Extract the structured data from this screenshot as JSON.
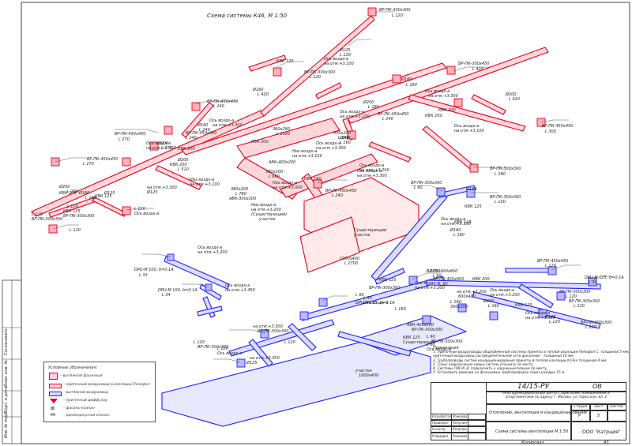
{
  "title": "Схема системы К46, М 1:50",
  "network_labels": {
    "top_branch": [
      "ВР-ПК-300х300",
      "L 120",
      "Ø125",
      "L 120",
      "Ось воздх-а",
      "на отм.+3.100",
      "КВК 125",
      "ВР-ПК-300х300",
      "L 120"
    ],
    "upper_right": [
      "ВР-ПК-300х450",
      "L 420",
      "Ø160",
      "L 180",
      "Ось воздх-а",
      "на отм.+3.300",
      "Ø200",
      "L 420",
      "Ø200",
      "L 180",
      "Ось воздх-а",
      "на отм.+3.100"
    ],
    "far_right": [
      "ВР-ПК-450х450",
      "L 300",
      "ВР-ПК-300х300",
      "L 180",
      "КВК 200",
      "КВК 250",
      "Ось воздх-а",
      "на отм.+3.100"
    ],
    "center_upper": [
      "ВР-ПК-450х450",
      "L 240",
      "Ø160",
      "L 240",
      "Ось воздх-а",
      "на отм.+3.300",
      "ВР-ПК-450х450",
      "L 240",
      "360х280",
      "L 1020",
      "300х200",
      "L 240",
      "КВК 200",
      "Ø200",
      "L 160",
      "ВР-ПК-450х450",
      "L 240",
      "Ось воздх-а",
      "на отм.+3.300",
      "Низ воздх-а",
      "на отм.+3.120",
      "Ø160",
      "L 420"
    ],
    "left": [
      "ВР-ПК-450х450",
      "L 270",
      "Ось воздх-а",
      "на отм.+3.300",
      "Ø200",
      "L 270",
      "КВК 200",
      "КВК 200",
      "Ø200",
      "L 510",
      "ВР-ПК-450х450",
      "L 270",
      "Ø200",
      "L 180",
      "КВК 200",
      "Ø160",
      "L 180",
      "КВК 125",
      "Ø125",
      "L 120",
      "КВК 125",
      "ВР-ПК-300х300",
      "L 120",
      "Ось воздх-а",
      "на отм.+3.300",
      "Ø125",
      "L 120",
      "ВР-ПК-300х300",
      "L 120"
    ],
    "center": [
      "АВК-400х200",
      "360х200",
      "L 660",
      "Низ воздх-а",
      "на отм.+3.000",
      "КВК 160",
      "Ось воздх-а",
      "на отм.+3.300",
      "Низ воздх-а",
      "на отм.+3.100",
      "380х200",
      "L 780",
      "АВК-300х200",
      "Низ воздх-а",
      "на отм.+3.200",
      "(Существующий)",
      "участок",
      "ВР-ПК-450х450",
      "L 240",
      "Ось воздх-а",
      "на отм.+3.200",
      "Существующий",
      "участок",
      "1000х400",
      "L 2700"
    ],
    "blue_upper": [
      "ВР-ПК-300х300",
      "L 60",
      "Ø180",
      "КВК 125",
      "ВР-ПК-300х300",
      "L 100",
      "КВК 125",
      "Ось воздх-а",
      "на отм.+3.100",
      "Ø160",
      "L 180"
    ],
    "blue_left": [
      "DPU-M 100, b=0.1А",
      "L 33",
      "Ось воздх-а",
      "на отм.+3.200",
      "DPU-M 100, b=0.1А",
      "L 34",
      "Ось воздх-а",
      "на отм.+3.450"
    ],
    "blue_center": [
      "ВР-ПК-400х600",
      "L 60",
      "Ось воздх-а",
      "на отм.+3.200",
      "ВР-ПК-400х600",
      "L 60",
      "КВК 125",
      "ВР-ПК-300х300",
      "L 60",
      "DPU-M 125, b=0.1А",
      "L 34",
      "Ось воздх-а",
      "на отм.+3.200",
      "600х400",
      "L 180",
      "300х200",
      "L 160",
      "АВК-400х200",
      "ВР-ПК-300х300",
      "L 60",
      "ВР-ПК-300х300",
      "L 60",
      "Ось воздх-а",
      "на отм.+3.300",
      "ВР-ПК-300х300",
      "L 120",
      "ВР-ПК-300х300",
      "L 120",
      "Ось воздх-а",
      "на отм.+3.300",
      "Ø125",
      "L 120",
      "КВК 125",
      "Существующий",
      "участок",
      "1000х400",
      "L 2500"
    ],
    "blue_right": [
      "ВР-ПК-450х450",
      "L 120",
      "DPU-M 125, b=0.1А",
      "L 30",
      "КВК 200",
      "Ось воздх-а",
      "на отм.+3.200",
      "ВР-ПК-300х300",
      "L 120",
      "Ø200",
      "L 160",
      "КВК 125",
      "Ось воздх-а",
      "на отм.+3.300",
      "ВР-ПК-300х300",
      "L 120",
      "Ø125",
      "L 120",
      "ВР-ПК-300х300",
      "L 120"
    ]
  },
  "notes": {
    "heading": "Примечания",
    "lines": [
      "1. Приточные воздуховоды общеобменной системы приняты в теплой изоляции Пенофол С, толщиной 5 мм;",
      "   приточный воздуховод распределительной сети фасонной – толщиной 10 мм.",
      "2. Трубопроводы систем кондиционирования приняты в теплой изоляции K-Flex толщиной 9 мм.",
      "3. Точку подключения новых систем уточнить по месту.",
      "4. Системы П/В (К.2) подключить к наружным блокам по месту.",
      "5. Установить ревизии на фланцевых трубопроводах через каждые 15 м."
    ]
  },
  "legend": {
    "title": "Условные обозначения:",
    "items": [
      "– вытяжной фасонный",
      "– приточный воздуховод в изоляции Пенофол",
      "– вытяжной воздуховод",
      "– приточный диффузор",
      "– фасонь-клапан",
      "– однокорпусной клапан"
    ]
  },
  "title_block": {
    "code": "14/15-РУ",
    "sheet_code": "ОВ",
    "project": "Многофункциональный центр с офисными помещениями и апартаментами по адресу г. Москва, ул. Одесская, вл. 2",
    "section": "Отопление, вентиляция и кондиционирование",
    "drawing": "Схема системы вентиляции М 1:50",
    "company": "ООО \"Катрция\"",
    "stage_hdr": "Стадия",
    "sheet_hdr": "Лист",
    "sheets_hdr": "Листов",
    "stage": "Р",
    "sheet": "5",
    "roles": [
      "Разработал",
      "Проверил",
      "Н.контр.",
      "Утвердил"
    ],
    "names": [
      "Рожкова",
      "Колупин",
      "Колупин",
      "Рожкова"
    ],
    "format": "А3",
    "copied": "Копировал"
  },
  "side_stamp": [
    "Инв. № подл.",
    "Подп. и дата",
    "Взам. инв. №",
    "Согласовано"
  ],
  "colors": {
    "supply": "#ff2a3c",
    "exhaust": "#2a2aff",
    "line": "#222222"
  }
}
